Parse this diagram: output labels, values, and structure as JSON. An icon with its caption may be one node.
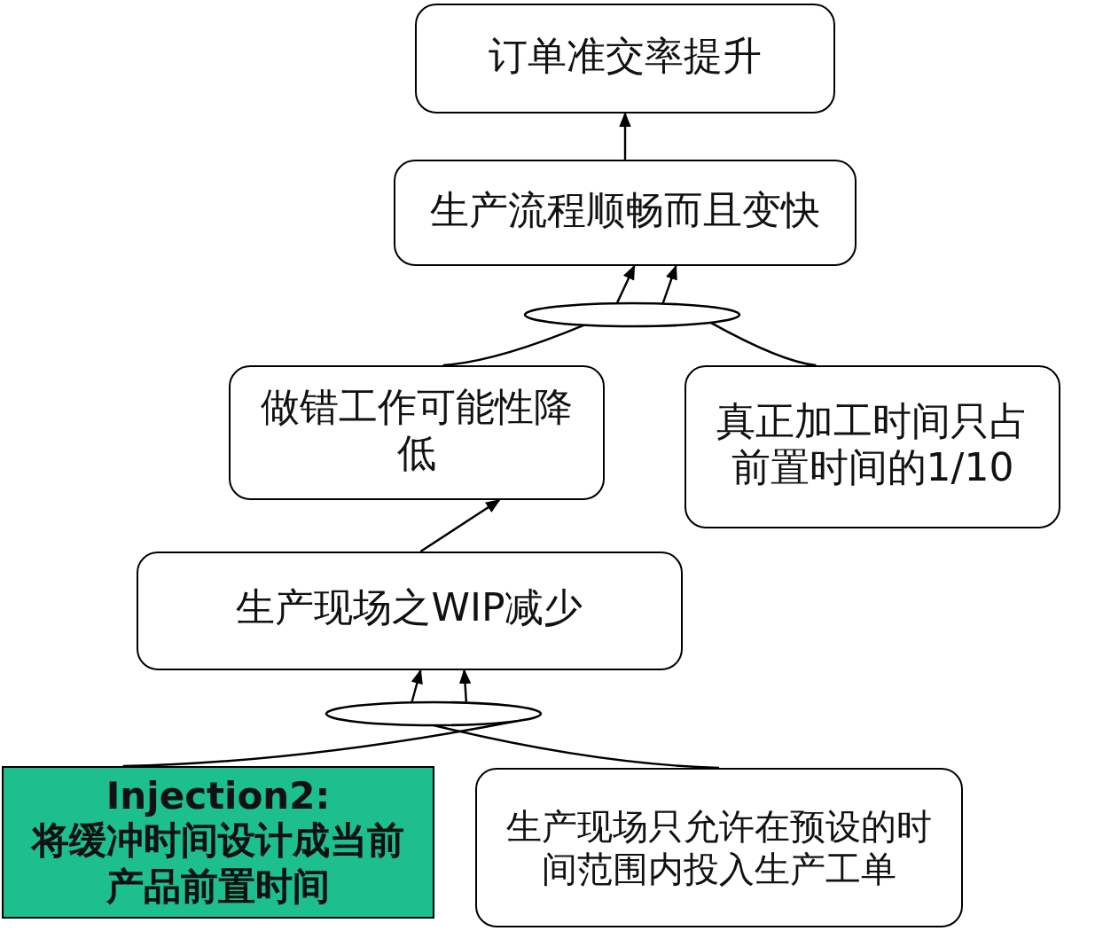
{
  "diagram": {
    "nodes": [
      {
        "text": [
          "订单准交率提升"
        ]
      },
      {
        "text": [
          "生产流程顺畅而且变快"
        ]
      },
      {
        "text": [],
        "shape": "ellipse"
      },
      {
        "text": [
          "做错工作可能性降低"
        ]
      },
      {
        "text": [
          "真正加工时间只占前置时间的1/10"
        ]
      },
      {
        "text": [
          "生产现场之WIP减少"
        ]
      },
      {
        "text": [],
        "shape": "ellipse"
      },
      {
        "text": [
          "Injection2:",
          "将缓冲时间设计成当前产品前置时间"
        ]
      },
      {
        "text": [
          "生产现场只允许在预设的时间范围内投入生产工单"
        ]
      }
    ],
    "edges": [
      {
        "from": 1,
        "to": 0,
        "arrow": "to"
      },
      {
        "from": 2,
        "to": 1,
        "arrow": "to"
      },
      {
        "from": 2,
        "to": 1,
        "arrow": "to"
      },
      {
        "from": 3,
        "to": 2,
        "arrow": "none"
      },
      {
        "from": 4,
        "to": 2,
        "arrow": "none"
      },
      {
        "from": 5,
        "to": 3,
        "arrow": "to"
      },
      {
        "from": 6,
        "to": 5,
        "arrow": "to"
      },
      {
        "from": 6,
        "to": 5,
        "arrow": "to"
      },
      {
        "from": 7,
        "to": 6,
        "arrow": "none"
      },
      {
        "from": 8,
        "to": 6,
        "arrow": "none"
      }
    ]
  }
}
